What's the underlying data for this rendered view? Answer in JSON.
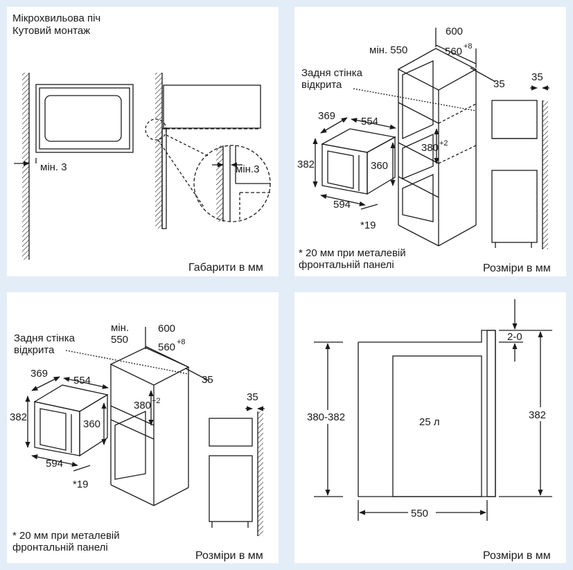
{
  "panel1": {
    "title_line1": "Мікрохвильова піч",
    "title_line2": "Кутовий монтаж",
    "min3_left": "мін. 3",
    "min3_detail": "мін.3",
    "caption": "Габарити в мм"
  },
  "panel2": {
    "d600": "600",
    "min550": "мін. 550",
    "d560": "560",
    "d560_tol": "+8",
    "back_wall_line1": "Задня стінка",
    "back_wall_line2": "відкрита",
    "d35a": "35",
    "d35b": "35",
    "d369": "369",
    "d554": "554",
    "d382": "382",
    "d360": "360",
    "d380": "380",
    "d380_tol": "+2",
    "d594": "594",
    "d19": "*19",
    "note_line1": "* 20 мм при металевій",
    "note_line2": "фронтальній панелі",
    "caption": "Розміри в мм"
  },
  "panel3": {
    "min_line1": "мін.",
    "min_line2": "550",
    "d600": "600",
    "d560": "560",
    "d560_tol": "+8",
    "back_wall_line1": "Задня стінка",
    "back_wall_line2": "відкрита",
    "d35a": "35",
    "d35b": "35",
    "d369": "369",
    "d554": "554",
    "d382": "382",
    "d360": "360",
    "d380": "380",
    "d380_tol": "+2",
    "d594": "594",
    "d19": "*19",
    "note_line1": "* 20 мм при металевій",
    "note_line2": "фронтальній панелі",
    "caption": "Розміри в мм"
  },
  "panel4": {
    "d380_382": "380-382",
    "volume": "25 л",
    "d2_0": "2-0",
    "d382": "382",
    "d550": "550",
    "caption": "Розміри в мм"
  },
  "colors": {
    "background": "#e3edf7",
    "panel": "#ffffff",
    "line": "#1a1a1a"
  }
}
